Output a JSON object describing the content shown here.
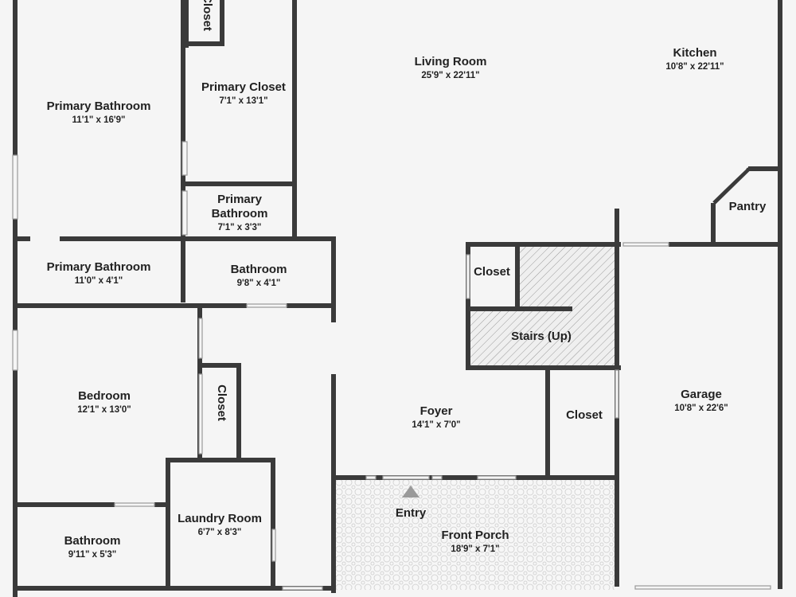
{
  "rooms": {
    "living_room": {
      "name": "Living Room",
      "dims": "25'9\" x 22'11\""
    },
    "kitchen": {
      "name": "Kitchen",
      "dims": "10'8\" x 22'11\""
    },
    "primary_bathroom": {
      "name": "Primary Bathroom",
      "dims": "11'1\" x 16'9\""
    },
    "primary_closet": {
      "name": "Primary Closet",
      "dims": "7'1\" x 13'1\""
    },
    "primary_bathroom_small_line1": "Primary",
    "primary_bathroom_small_line2": "Bathroom",
    "primary_bathroom_small_dims": "7'1\" x 3'3\"",
    "primary_bathroom_2": {
      "name": "Primary Bathroom",
      "dims": "11'0\" x 4'1\""
    },
    "bathroom_1": {
      "name": "Bathroom",
      "dims": "9'8\" x 4'1\""
    },
    "bedroom": {
      "name": "Bedroom",
      "dims": "12'1\" x 13'0\""
    },
    "bathroom_2": {
      "name": "Bathroom",
      "dims": "9'11\" x 5'3\""
    },
    "laundry": {
      "name": "Laundry Room",
      "dims": "6'7\" x 8'3\""
    },
    "foyer": {
      "name": "Foyer",
      "dims": "14'1\" x 7'0\""
    },
    "front_porch": {
      "name": "Front Porch",
      "dims": "18'9\" x 7'1\""
    },
    "garage": {
      "name": "Garage",
      "dims": "10'8\" x 22'6\""
    },
    "pantry": {
      "name": "Pantry"
    },
    "stairs": {
      "name": "Stairs (Up)"
    },
    "closet_top": {
      "name": "Closet"
    },
    "closet_stairs": {
      "name": "Closet"
    },
    "closet_bedroom": {
      "name": "Closet"
    },
    "closet_foyer": {
      "name": "Closet"
    }
  },
  "entry_label": "Entry",
  "colors": {
    "wall": "#3a3a3a",
    "floor": "#f5f5f5",
    "text": "#222222",
    "hatch": "#9a9a9a",
    "porch_tile": "#d4d4d4"
  }
}
